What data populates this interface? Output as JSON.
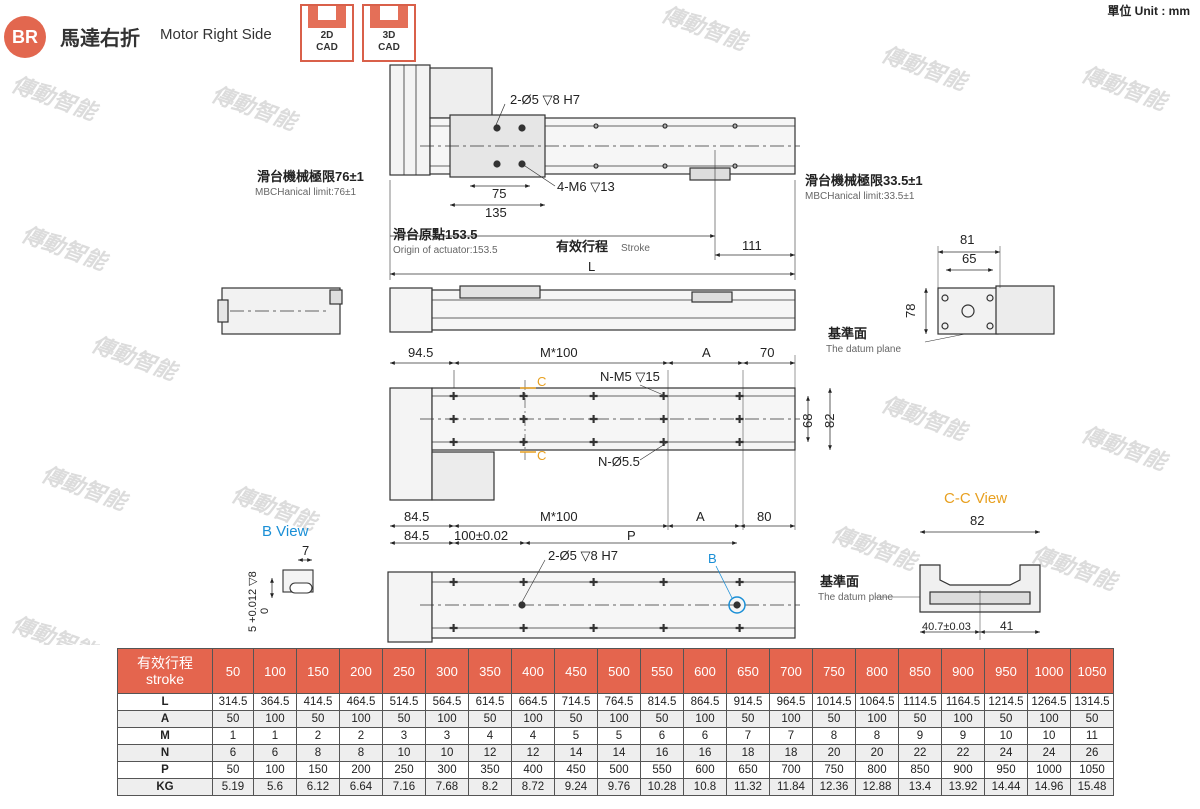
{
  "header": {
    "badge": "BR",
    "title_zh": "馬達右折",
    "title_en": "Motor Right Side",
    "cad_buttons": [
      {
        "line1": "2D",
        "line2": "CAD"
      },
      {
        "line1": "3D",
        "line2": "CAD"
      }
    ],
    "unit": "單位 Unit : mm"
  },
  "watermark": "傳動智能",
  "colors": {
    "accent": "#e4654e",
    "blue": "#1a8fd6",
    "orange": "#e8a020"
  },
  "top_view": {
    "hole_callout": "2-Ø5 ▽8 H7",
    "tap_callout": "4-M6 ▽13",
    "dim_75": "75",
    "dim_135": "135",
    "limit_left_zh": "滑台機械極限76±1",
    "limit_left_en": "MBCHanical limit:76±1",
    "limit_right_zh": "滑台機械極限33.5±1",
    "limit_right_en": "MBCHanical limit:33.5±1",
    "origin_zh": "滑台原點153.5",
    "origin_en": "Origin of actuator:153.5",
    "stroke_zh": "有效行程",
    "stroke_en": "Stroke",
    "dim_111": "111",
    "dim_L": "L"
  },
  "end_view": {
    "dim_81": "81",
    "dim_65": "65",
    "dim_78": "78",
    "datum_zh": "基準面",
    "datum_en": "The datum plane"
  },
  "bottom_view": {
    "dim_945": "94.5",
    "dim_m100": "M*100",
    "dim_A": "A",
    "dim_70": "70",
    "tap_callout": "N-M5 ▽15",
    "hole_callout": "N-Ø5.5",
    "dim_68": "68",
    "dim_82": "82",
    "section_label": "C",
    "dim_845": "84.5",
    "dim_m100b": "M*100",
    "dim_Ab": "A",
    "dim_80": "80"
  },
  "side_view": {
    "dim_845": "84.5",
    "dim_100": "100±0.02",
    "dim_P": "P",
    "hole_callout": "2-Ø5 ▽8 H7",
    "b_label": "B",
    "datum_zh": "基準面",
    "datum_en": "The datum plane"
  },
  "b_view": {
    "title": "B View",
    "dim_7": "7",
    "dim_tol": "5 +0.012 ▽8",
    "dim_zero": "0"
  },
  "cc_view": {
    "title": "C-C View",
    "dim_82": "82",
    "dim_407": "40.7±0.03",
    "dim_41": "41"
  },
  "table": {
    "head_zh": "有效行程",
    "head_en": "stroke",
    "strokes": [
      "50",
      "100",
      "150",
      "200",
      "250",
      "300",
      "350",
      "400",
      "450",
      "500",
      "550",
      "600",
      "650",
      "700",
      "750",
      "800",
      "850",
      "900",
      "950",
      "1000",
      "1050"
    ],
    "rows": [
      {
        "label": "L",
        "values": [
          "314.5",
          "364.5",
          "414.5",
          "464.5",
          "514.5",
          "564.5",
          "614.5",
          "664.5",
          "714.5",
          "764.5",
          "814.5",
          "864.5",
          "914.5",
          "964.5",
          "1014.5",
          "1064.5",
          "1114.5",
          "1164.5",
          "1214.5",
          "1264.5",
          "1314.5"
        ]
      },
      {
        "label": "A",
        "values": [
          "50",
          "100",
          "50",
          "100",
          "50",
          "100",
          "50",
          "100",
          "50",
          "100",
          "50",
          "100",
          "50",
          "100",
          "50",
          "100",
          "50",
          "100",
          "50",
          "100",
          "50"
        ]
      },
      {
        "label": "M",
        "values": [
          "1",
          "1",
          "2",
          "2",
          "3",
          "3",
          "4",
          "4",
          "5",
          "5",
          "6",
          "6",
          "7",
          "7",
          "8",
          "8",
          "9",
          "9",
          "10",
          "10",
          "11"
        ]
      },
      {
        "label": "N",
        "values": [
          "6",
          "6",
          "8",
          "8",
          "10",
          "10",
          "12",
          "12",
          "14",
          "14",
          "16",
          "16",
          "18",
          "18",
          "20",
          "20",
          "22",
          "22",
          "24",
          "24",
          "26"
        ]
      },
      {
        "label": "P",
        "values": [
          "50",
          "100",
          "150",
          "200",
          "250",
          "300",
          "350",
          "400",
          "450",
          "500",
          "550",
          "600",
          "650",
          "700",
          "750",
          "800",
          "850",
          "900",
          "950",
          "1000",
          "1050"
        ]
      },
      {
        "label": "KG",
        "values": [
          "5.19",
          "5.6",
          "6.12",
          "6.64",
          "7.16",
          "7.68",
          "8.2",
          "8.72",
          "9.24",
          "9.76",
          "10.28",
          "10.8",
          "11.32",
          "11.84",
          "12.36",
          "12.88",
          "13.4",
          "13.92",
          "14.44",
          "14.96",
          "15.48"
        ]
      }
    ]
  }
}
